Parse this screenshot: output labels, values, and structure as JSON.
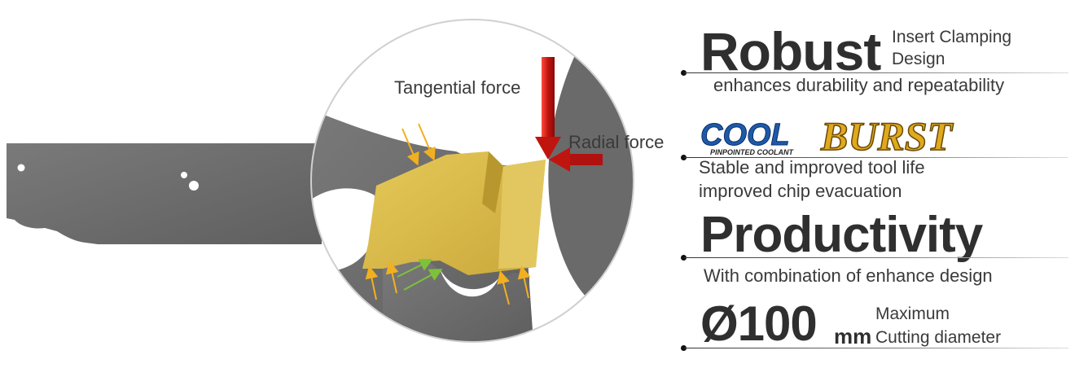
{
  "illustration": {
    "tangential_label": "Tangential force",
    "radial_label": "Radial force"
  },
  "features": {
    "robust": {
      "title": "Robust",
      "side": "Insert Clamping Design",
      "side_line1": "Insert Clamping",
      "side_line2": "Design",
      "desc": "enhances durability and repeatability"
    },
    "coolburst": {
      "logo_cool": "COOL",
      "logo_burst": "BURST",
      "tagline": "PINPOINTED COOLANT",
      "line1": "Stable and improved tool life",
      "line2": "improved chip evacuation"
    },
    "productivity": {
      "title": "Productivity",
      "desc": "With combination of enhance design"
    },
    "diameter": {
      "value": "Ø100",
      "unit": "mm",
      "side_line1": "Maximum",
      "side_line2": "Cutting diameter"
    }
  },
  "colors": {
    "blade": "#6e6e6e",
    "insert": "#d8bc4c",
    "force_arrow": "#c0140f",
    "yellow_arrow": "#f2b020",
    "green_arrow": "#7ec23a",
    "cool_blue": "#1e5aa8",
    "burst_gold": "#e0a91e"
  }
}
